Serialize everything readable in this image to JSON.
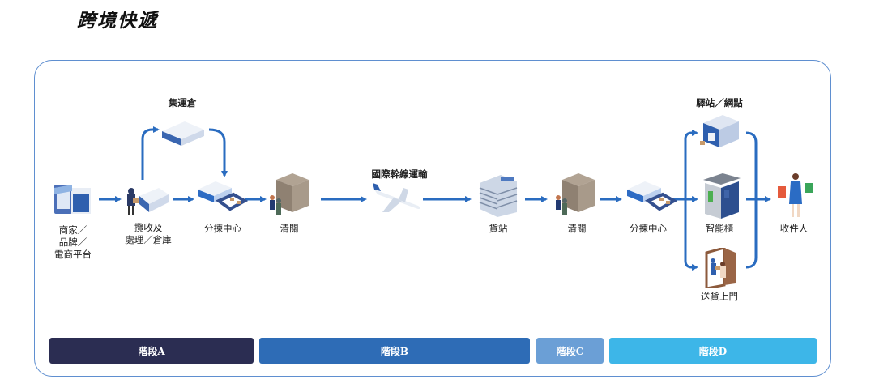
{
  "title": "跨境快遞",
  "nodes": {
    "merchant": [
      "商家／",
      "品牌／",
      "電商平台"
    ],
    "collect": [
      "攬收及",
      "處理／倉庫"
    ],
    "consolidation": "集運倉",
    "sorting1": "分揀中心",
    "customs1": "清關",
    "airline": "國際幹線運輸",
    "cargo_station": "貨站",
    "customs2": "清關",
    "sorting2": "分揀中心",
    "post_station": "驛站／網點",
    "smart_locker": "智能櫃",
    "door_delivery": "送貨上門",
    "receiver": "收件人"
  },
  "stages": [
    {
      "label": "階段A",
      "color": "#2b2d52"
    },
    {
      "label": "階段B",
      "color": "#2e6cb6"
    },
    {
      "label": "階段C",
      "color": "#6b9fd6"
    },
    {
      "label": "階段D",
      "color": "#3db6e8"
    }
  ],
  "colors": {
    "arrow": "#2a6cc0",
    "frame": "#5f8fd0"
  }
}
